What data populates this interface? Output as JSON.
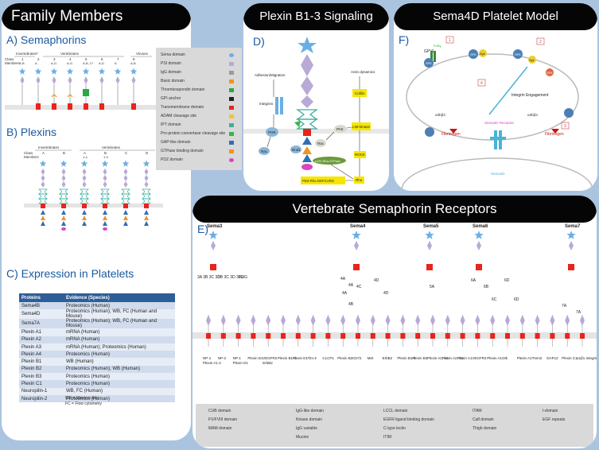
{
  "panels": {
    "family": {
      "title": "Family Members",
      "a_label": "A) Semaphorins",
      "b_label": "B) Plexins",
      "c_label": "C) Expression in Platelets",
      "sema_groups": [
        "Invertebrates*",
        "Vertebrates",
        "Viruses"
      ],
      "sema_class_label": "Class",
      "sema_members_label": "Members",
      "sema_classes": [
        "1",
        "2",
        "3",
        "4",
        "5",
        "6",
        "7",
        "8"
      ],
      "sema_members": [
        "A-B",
        "A",
        "A-G",
        "A-G",
        "A-B, C*",
        "A-D",
        "A",
        "A-B"
      ],
      "plexin_groups": [
        "Invertebrates",
        "Vertebrates"
      ],
      "plexin_class_label": "Class",
      "plexin_members_label": "Members",
      "plexin_classes": [
        "A",
        "B",
        "A",
        "B",
        "C",
        "D"
      ],
      "plexin_members": [
        "",
        "",
        "1-4",
        "1-3",
        "",
        ""
      ],
      "legend": [
        {
          "text": "Sema domain",
          "icon": "sema-star"
        },
        {
          "text": "PSI domain",
          "icon": "psi"
        },
        {
          "text": "IgG domain",
          "icon": "igg"
        },
        {
          "text": "Basic domain",
          "icon": "basic"
        },
        {
          "text": "Thrombospondin domain",
          "icon": "thrombospondin"
        },
        {
          "text": "GPI anchor",
          "icon": "gpi"
        },
        {
          "text": "Transmembrane domain",
          "icon": "transmembrane"
        },
        {
          "text": "ADAM cleavage site",
          "icon": "adam"
        },
        {
          "text": "IPT domain",
          "icon": "ipt"
        },
        {
          "text": "Pro-protein convertase cleavage site",
          "icon": "ppc"
        },
        {
          "text": "GAP-like domain",
          "icon": "gap"
        },
        {
          "text": "GTPase binding domain",
          "icon": "gtpase"
        },
        {
          "text": "PDZ domain",
          "icon": "pdz"
        }
      ],
      "table_headers": [
        "Proteins",
        "Evidence (Species)"
      ],
      "table_rows": [
        [
          "Sema4B",
          "Proteomics (Human)"
        ],
        [
          "Sema4D",
          "Proteomics (Human); WB, FC (Human and Mouse)"
        ],
        [
          "Sema7A",
          "Proteomics (Human); WB, FC (Human and Mouse)"
        ],
        [
          "Plexin A1",
          "mRNA (Human)"
        ],
        [
          "Plexin A2",
          "mRNA (Human)"
        ],
        [
          "Plexin A3",
          "mRNA (Human); Proteomics (Human)"
        ],
        [
          "Plexin A4",
          "Proteomics (Human)"
        ],
        [
          "Plexin B1",
          "WB (Human)"
        ],
        [
          "Plexin B2",
          "Proteomics (Human); WB (Human)"
        ],
        [
          "Plexin B3",
          "Proteomics (Human)"
        ],
        [
          "Plexin C1",
          "Proteomics (Human)"
        ],
        [
          "Neuropilin-1",
          "WB, FC (Human)"
        ],
        [
          "Neuropilin-2",
          "Proteomics (Human)"
        ]
      ],
      "notes": [
        "WB = Western blot",
        "FC = Flow cytometry"
      ]
    },
    "signaling": {
      "title": "Plexin B1-3 Signaling",
      "label": "D)",
      "nodes": [
        "Adhesion/Migration",
        "Integrins",
        "PI3K",
        "Rac",
        "Rnd1",
        "Rac",
        "PAK",
        "LIM-kinase",
        "Cofilin",
        "Actin dynamics",
        "ROCK",
        "Rho",
        "p190-Rho-GTPase",
        "PDZ-Rho-GEF/LARG"
      ]
    },
    "platelet": {
      "title": "Sema4D Platelet Model",
      "label": "F)",
      "steps": [
        "1",
        "2",
        "3",
        "4"
      ],
      "nodes": [
        "GPVI",
        "FcRγ",
        "SFK",
        "SFK",
        "Syk",
        "Syk",
        "SFK",
        "SFK",
        "Integrin Engagement",
        "Sema4D Receptor",
        "Sema4D",
        "Fibrinogen",
        "Fibrinogen",
        "αIIbβ3",
        "αIIbβ3"
      ]
    },
    "receptors": {
      "title": "Vertebrate Semaphorin Receptors",
      "label": "E)",
      "semas": [
        "Sema3",
        "Sema4",
        "Sema5",
        "Sema6",
        "Sema7"
      ],
      "sema3_paths": [
        {
          "text": "3A 3B 3C 3D"
        },
        {
          "text": "3B 3C 3D 3F 3G"
        },
        {
          "text": "3E"
        }
      ],
      "edge_labels": [
        "4A",
        "4A",
        "4A",
        "4B",
        "4C",
        "4D",
        "4D",
        "5A",
        "6A",
        "6B",
        "6C",
        "6D",
        "6D",
        "7A",
        "7A"
      ],
      "receptors": [
        {
          "name": "NP-1",
          "sub": "Plexin A1-4"
        },
        {
          "name": "NP-2",
          "sub": ""
        },
        {
          "name": "NP-1",
          "sub": "Plexin D1"
        },
        {
          "name": "Plexin D1",
          "sub": ""
        },
        {
          "name": "VEGFR2",
          "sub": "ErbB2"
        },
        {
          "name": "Plexin B1-3",
          "sub": ""
        },
        {
          "name": "Plexin D1",
          "sub": ""
        },
        {
          "name": "Tim-2",
          "sub": ""
        },
        {
          "name": "CLCP1",
          "sub": ""
        },
        {
          "name": "Plexin B2",
          "sub": ""
        },
        {
          "name": "CD72",
          "sub": ""
        },
        {
          "name": "Met",
          "sub": ""
        },
        {
          "name": "ErbB2",
          "sub": ""
        },
        {
          "name": "Plexin B1-2",
          "sub": ""
        },
        {
          "name": "Plexin B3",
          "sub": ""
        },
        {
          "name": "Plexin A2, A4",
          "sub": ""
        },
        {
          "name": "Plexin A2, A4",
          "sub": ""
        },
        {
          "name": "Plexin A1",
          "sub": ""
        },
        {
          "name": "VEGFR2",
          "sub": ""
        },
        {
          "name": "Plexin A1",
          "sub": ""
        },
        {
          "name": "Otk",
          "sub": ""
        },
        {
          "name": "Plexin A1",
          "sub": ""
        },
        {
          "name": "Trem2",
          "sub": ""
        },
        {
          "name": "DAP12",
          "sub": ""
        },
        {
          "name": "Plexin C1",
          "sub": ""
        },
        {
          "name": "α1β1 Integrin",
          "sub": ""
        }
      ],
      "legend": [
        {
          "text": "CUB domain"
        },
        {
          "text": "FV/FVIII domain"
        },
        {
          "text": "MAM domain"
        },
        {
          "text": "IgG-like domain"
        },
        {
          "text": "Kinase domain"
        },
        {
          "text": "IgG variable"
        },
        {
          "text": "Mucine"
        },
        {
          "text": "LCCL domain"
        },
        {
          "text": "EGFR ligand binding domain"
        },
        {
          "text": "C-type lectin"
        },
        {
          "text": "ITIM"
        },
        {
          "text": "ITAM"
        },
        {
          "text": "Calf domain"
        },
        {
          "text": "Thigh domain"
        },
        {
          "text": "I-domain"
        },
        {
          "text": "EGF repeats"
        }
      ]
    }
  },
  "colors": {
    "background": "#aac4e0",
    "title_bar": "#050505",
    "heading": "#1a5aa0",
    "sema_star": "#6aaee6",
    "psi": "#b9a9d6",
    "transmembrane": "#e8241b",
    "ipt": "#3fae9d",
    "table_header": "#2e5e98"
  }
}
